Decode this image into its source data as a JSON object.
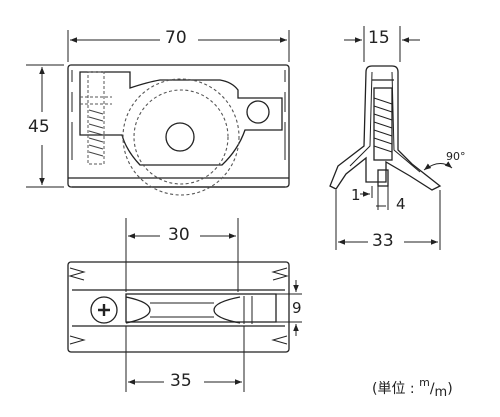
{
  "dimensions": {
    "front_width": "70",
    "front_height": "45",
    "side_width": "15",
    "side_base_width": "33",
    "side_gap_left": "1",
    "side_gap_right": "4",
    "side_angle": "90°",
    "bottom_inner_width": "30",
    "bottom_wheel_width": "35",
    "bottom_slot_height": "9"
  },
  "unit_note": {
    "prefix": "(単位 : ",
    "m_top": "m",
    "slash": "/",
    "m_bottom": "m",
    "suffix": ")"
  },
  "colors": {
    "line": "#222222",
    "fill": "#ffffff",
    "hidden": "#555555"
  }
}
